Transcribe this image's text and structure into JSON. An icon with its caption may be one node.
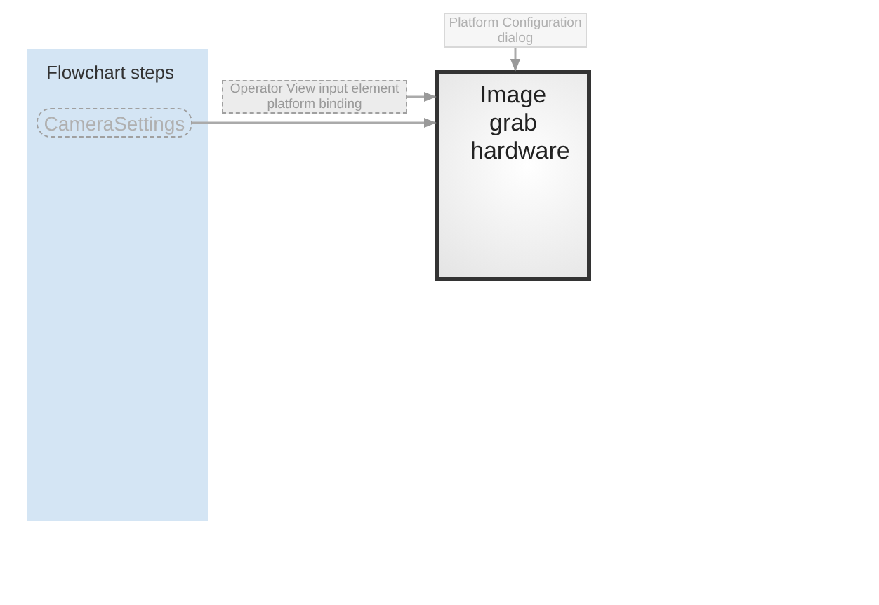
{
  "diagram": {
    "nodes": [
      {
        "text": [
          "Flowchart steps"
        ]
      },
      {
        "text": [
          "CameraSettings"
        ],
        "in": 0
      },
      {
        "text": [
          "Operator View input element platform binding"
        ]
      },
      {
        "text": [
          "Platform Configuration dialog"
        ]
      },
      {
        "text": [
          "Image grab hardware"
        ]
      }
    ],
    "edges": [
      {
        "from": 3,
        "to": 4,
        "arrow": "to"
      },
      {
        "from": 2,
        "to": 4,
        "arrow": "to"
      },
      {
        "from": 1,
        "to": 4,
        "arrow": "to"
      }
    ]
  }
}
